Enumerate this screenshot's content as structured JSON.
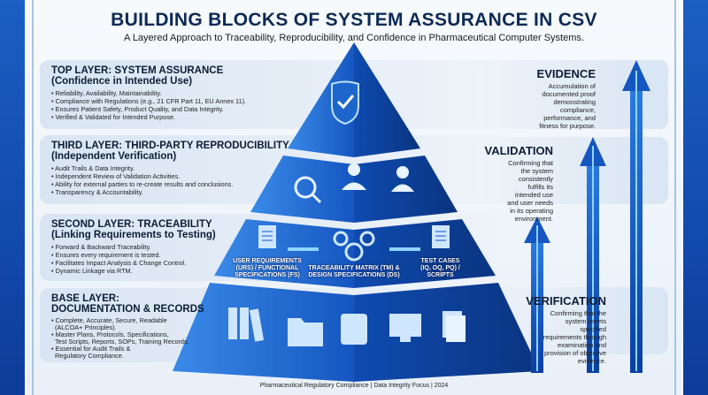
{
  "header": {
    "title": "BUILDING BLOCKS OF SYSTEM ASSURANCE IN CSV",
    "subtitle": "A Layered Approach to Traceability, Reproducibility, and Confidence in Pharmaceutical Computer Systems."
  },
  "layers": [
    {
      "title": "TOP LAYER: SYSTEM ASSURANCE",
      "subtitle": "(Confidence in Intended Use)",
      "bullets": [
        "• Reliability, Availability, Maintainability.",
        "• Compliance with Regulations (e.g., 21 CFR Part 11, EU Annex 11).",
        "• Ensures Patient Safety, Product Quality, and Data Integrity.",
        "• Verified & Validated for Intended Purpose."
      ]
    },
    {
      "title": "THIRD LAYER: THIRD-PARTY REPRODUCIBILITY",
      "subtitle": "(Independent Verification)",
      "bullets": [
        "• Audit Trails & Data Integrity.",
        "• Independent Review of Validation Activities.",
        "• Ability for external parties to re-create results and conclusions.",
        "• Transparency & Accountability."
      ]
    },
    {
      "title": "SECOND LAYER: TRACEABILITY",
      "subtitle": "(Linking Requirements to Testing)",
      "bullets": [
        "• Forward & Backward Traceability.",
        "• Ensures every requirement is tested.",
        "• Facilitates Impact Analysis & Change Control.",
        "• Dynamic Linkage via RTM."
      ]
    },
    {
      "title": "BASE LAYER:",
      "subtitle": "DOCUMENTATION & RECORDS",
      "bullets": [
        "• Complete, Accurate, Secure, Readable",
        "  (ALCOA+ Principles).",
        "• Master Plans, Protocols, Specifications,",
        "  Test Scripts, Reports, SOPs, Training Records.",
        "• Essential for Audit Trails &",
        "  Regulatory Compliance."
      ]
    }
  ],
  "pyramid_labels": {
    "urs": "USER REQUIREMENTS (URS) / FUNCTIONAL SPECIFICATIONS (FS)",
    "tm": "TRACEABILITY MATRIX (TM) & DESIGN SPECIFICATIONS (DS)",
    "tests": "TEST CASES (IQ, OQ, PQ) / SCRIPTS"
  },
  "right": [
    {
      "title": "EVIDENCE",
      "text": "Accumulation of documented proof demonstrating compliance, performance, and fitness for purpose."
    },
    {
      "title": "VALIDATION",
      "text": "Confirming that the system consistently fulfills its intended use and user needs in its operating environment."
    },
    {
      "title": "VERIFICATION",
      "text": "Confirming that the system meets specified requirements through examination and provision of objective evidence."
    }
  ],
  "footer": "Pharmaceutical Regulatory Compliance | Data Integrity Focus | 2024",
  "colors": {
    "primary": "#1b5fc4",
    "dark": "#0d2a55",
    "arrow": "#4fb8ff"
  }
}
